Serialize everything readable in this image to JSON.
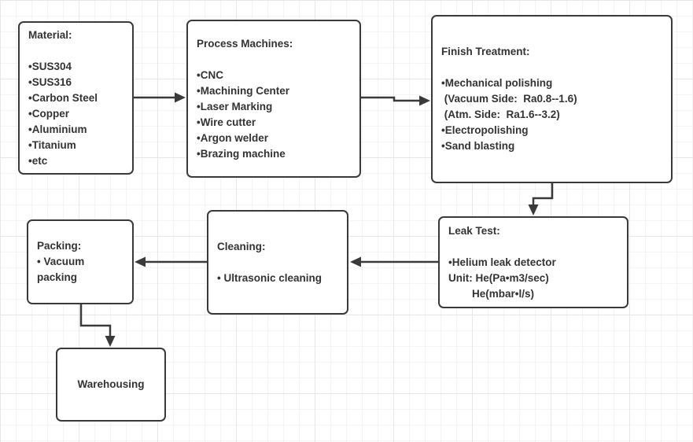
{
  "canvas": {
    "background_color": "#ffffff",
    "grid_minor_color": "#f4f4f4",
    "grid_major_color": "#e7e7e7",
    "shape_border_color": "#3a3a3a",
    "text_color": "#333333"
  },
  "boxes": [
    {
      "id": "material",
      "text": "Material:\n\n•SUS304\n•SUS316\n•Carbon Steel\n•Copper\n•Aluminium\n•Titanium\n•etc"
    },
    {
      "id": "process-machines",
      "text": "Process Machines:\n\n•CNC\n•Machining Center\n•Laser Marking\n•Wire cutter\n•Argon welder\n•Brazing machine"
    },
    {
      "id": "finish-treatment",
      "text": "Finish Treatment:\n\n•Mechanical polishing\n (Vacuum Side:  Ra0.8--1.6)\n (Atm. Side:  Ra1.6--3.2)\n•Electropolishing\n•Sand blasting"
    },
    {
      "id": "leak-test",
      "text": "Leak Test:\n\n•Helium leak detector\nUnit: He(Pa•m3/sec)\n        He(mbar•l/s)"
    },
    {
      "id": "cleaning",
      "text": "Cleaning:\n\n• Ultrasonic cleaning"
    },
    {
      "id": "packing",
      "text": "Packing:\n• Vacuum packing"
    },
    {
      "id": "warehousing",
      "text": "Warehousing"
    }
  ],
  "connections": [
    {
      "from": "material",
      "to": "process-machines"
    },
    {
      "from": "process-machines",
      "to": "finish-treatment"
    },
    {
      "from": "finish-treatment",
      "to": "leak-test"
    },
    {
      "from": "leak-test",
      "to": "cleaning"
    },
    {
      "from": "cleaning",
      "to": "packing"
    },
    {
      "from": "packing",
      "to": "warehousing"
    }
  ]
}
